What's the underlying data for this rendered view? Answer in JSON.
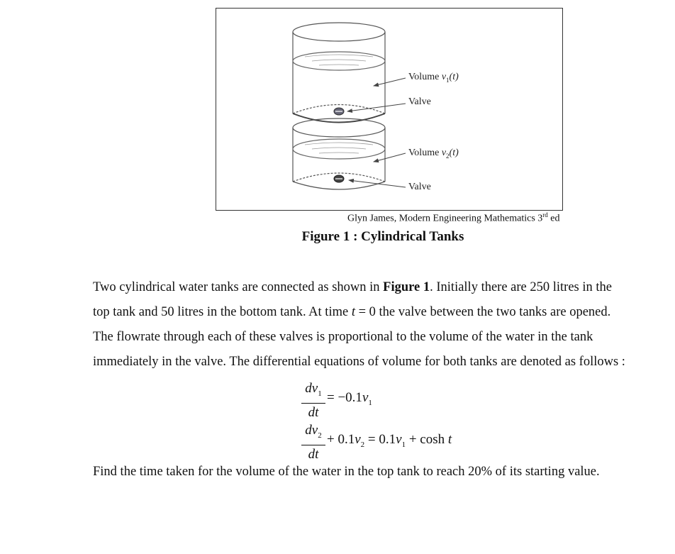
{
  "figure": {
    "label_volume_top_prefix": "Volume ",
    "label_volume_top_var": "v",
    "label_volume_top_sub": "1",
    "label_volume_top_arg": "(t)",
    "label_valve_top": "Valve",
    "label_volume_bottom_prefix": "Volume ",
    "label_volume_bottom_var": "v",
    "label_volume_bottom_sub": "2",
    "label_volume_bottom_arg": "(t)",
    "label_valve_bottom": "Valve",
    "credit_main": "Glyn James, Modern Engineering Mathematics 3",
    "credit_sup": "rd",
    "credit_tail": " ed",
    "caption": "Figure 1 : Cylindrical Tanks"
  },
  "paragraph": {
    "l1_a": "Two cylindrical water tanks are connected as shown in ",
    "l1_bold": "Figure 1",
    "l1_b": ". Initially there are 250 litres in the",
    "l2_a": "top tank and 50 litres in the bottom tank. At time ",
    "l2_var": "t",
    "l2_eq": " = 0",
    "l2_b": "  the valve between the two tanks are opened.",
    "l3": "The flowrate through each of these valves is proportional to the volume of the water in the tank",
    "l4": "immediately in the valve. The differential equations of volume for both tanks are denoted as follows :"
  },
  "equations": {
    "eq1_num_var": "dv",
    "eq1_num_sub": "1",
    "eq1_den": "dt",
    "eq1_rhs_a": "= −0.1",
    "eq1_rhs_var": "v",
    "eq1_rhs_sub": "1",
    "eq2_num_var": "dv",
    "eq2_num_sub": "2",
    "eq2_den": "dt",
    "eq2_rhs_a": "+ 0.1",
    "eq2_rhs_var1": "v",
    "eq2_rhs_sub1": "2",
    "eq2_rhs_b": " = 0.1",
    "eq2_rhs_var2": "v",
    "eq2_rhs_sub2": "1",
    "eq2_rhs_c": " + cosh ",
    "eq2_rhs_var3": "t"
  },
  "final": {
    "text": "Find the time taken for the volume of the water in the top tank to reach 20%  of its starting value."
  }
}
